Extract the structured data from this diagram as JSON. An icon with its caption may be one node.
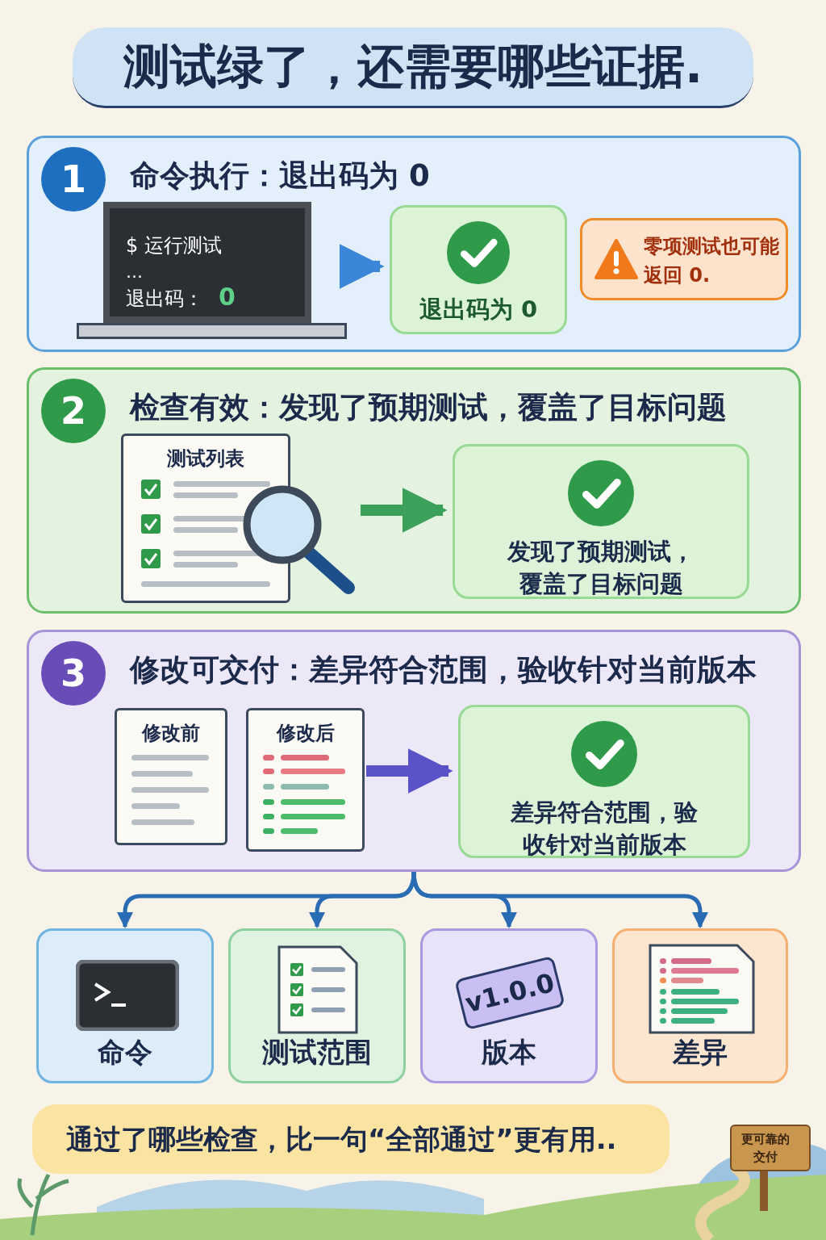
{
  "diagram": {
    "title": "测试绿了，还需要哪些证据.",
    "nodes": [
      {
        "text": [
          "1",
          "命令执行：退出码为 0"
        ]
      },
      {
        "text": [
          "$ 运行测试",
          "...",
          "退出码：",
          "0"
        ],
        "in": 0
      },
      {
        "text": [
          "退出码为 0"
        ],
        "in": 0
      },
      {
        "text": [
          "零项测试也可能返回 0."
        ],
        "in": 0
      },
      {
        "text": [
          "2",
          "检查有效：发现了预期测试，覆盖了目标问题"
        ]
      },
      {
        "text": [
          "测试列表"
        ],
        "in": 4
      },
      {
        "text": [
          "发现了预期测试，覆盖了目标问题"
        ],
        "in": 4
      },
      {
        "text": [
          "3",
          "修改可交付：差异符合范围，验收针对当前版本"
        ]
      },
      {
        "text": [
          "修改前"
        ],
        "in": 7
      },
      {
        "text": [
          "修改后"
        ],
        "in": 7
      },
      {
        "text": [
          "差异符合范围，验收针对当前版本"
        ],
        "in": 7
      },
      {
        "text": [
          "命令"
        ]
      },
      {
        "text": [
          "测试范围"
        ]
      },
      {
        "text": [
          "v1.0.0",
          "版本"
        ]
      },
      {
        "text": [
          "差异"
        ]
      },
      {
        "text": [
          "更可靠的交付"
        ]
      }
    ],
    "edges": [
      {
        "from": 1,
        "to": 2,
        "arrow": "to",
        "style": "thick",
        "color": "#3a86d8"
      },
      {
        "from": 5,
        "to": 6,
        "arrow": "to",
        "style": "thick",
        "color": "#3aa05a"
      },
      {
        "from": 9,
        "to": 10,
        "arrow": "to",
        "style": "thick",
        "color": "#5a52c8"
      },
      {
        "from": 7,
        "to": 11,
        "arrow": "to"
      },
      {
        "from": 7,
        "to": 12,
        "arrow": "to"
      },
      {
        "from": 7,
        "to": 13,
        "arrow": "to"
      },
      {
        "from": 7,
        "to": 14,
        "arrow": "to"
      }
    ],
    "labels": [
      "通过了哪些检查，比一句“全部通过”更有用.."
    ]
  }
}
